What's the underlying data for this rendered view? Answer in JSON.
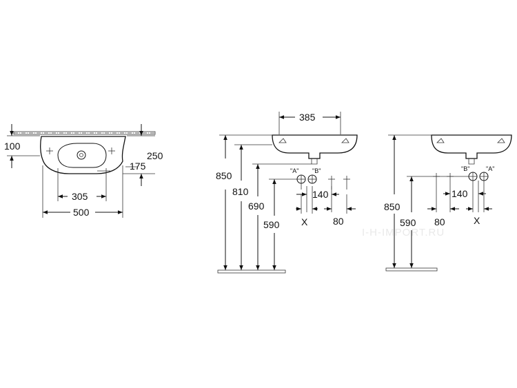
{
  "watermark": "I-H-IMPORT.RU",
  "top_view": {
    "depth_100": "100",
    "depth_250": "250",
    "depth_175": "175",
    "width_305": "305",
    "width_500": "500"
  },
  "front_view": {
    "width_385": "385",
    "height_850": "850",
    "height_810": "810",
    "height_690": "690",
    "height_590": "590",
    "valve_a": "\"A\"",
    "valve_b": "\"B\"",
    "spacing_140": "140",
    "spacing_80": "80",
    "spacing_x": "X"
  },
  "side_view": {
    "height_850": "850",
    "height_590": "590",
    "valve_b": "\"B\"",
    "valve_a": "\"A\"",
    "spacing_80": "80",
    "spacing_140": "140",
    "spacing_x": "X"
  }
}
